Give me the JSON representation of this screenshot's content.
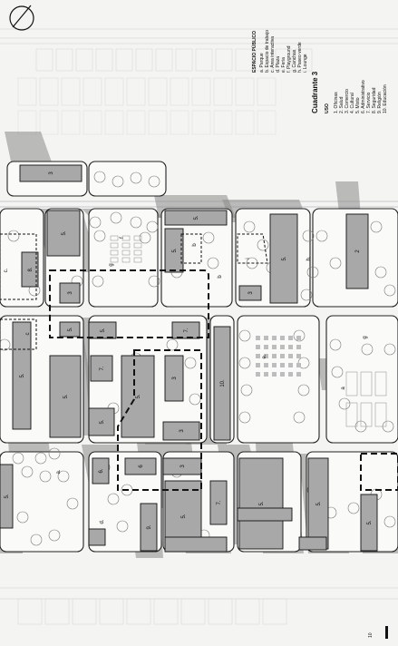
{
  "map": {
    "title": "Cuadrante 3",
    "legend_uso_heading": "USO",
    "legend_espacio_heading": "ESPACIO PÚBLICO",
    "uso_items": [
      "1. Oficinas",
      "2. Salud",
      "3. Comercio",
      "4. Cultural",
      "5. Mixto",
      "6. Administrativo",
      "7. Servicio",
      "8. Seguridad",
      "9. Religión",
      "10. Educación"
    ],
    "espacio_items": [
      "a. Parque",
      "b. Espacio de trabajo",
      "c. Área interactiva",
      "d. Plaza",
      "e. Feria",
      "f. Playground",
      "g. Canchas",
      "h. Paseo verde",
      "i. Lounge"
    ],
    "page_number": "10"
  },
  "buildings": [
    {
      "label": "3",
      "use": "Comercio"
    },
    {
      "label": "5.",
      "use": "Mixto"
    },
    {
      "label": "5.",
      "use": "Mixto"
    },
    {
      "label": "2",
      "use": "Salud"
    },
    {
      "label": "8.",
      "use": "Seguridad"
    },
    {
      "label": "3",
      "use": "Comercio"
    },
    {
      "label": "5.",
      "use": "Mixto"
    },
    {
      "label": "3",
      "use": "Comercio"
    },
    {
      "label": "5.",
      "use": "Mixto"
    },
    {
      "label": "5.",
      "use": "Mixto"
    },
    {
      "label": "5.",
      "use": "Mixto"
    },
    {
      "label": "7.",
      "use": "Servicio"
    },
    {
      "label": "5.",
      "use": "Mixto"
    },
    {
      "label": "7.",
      "use": "Servicio"
    },
    {
      "label": "5.",
      "use": "Mixto"
    },
    {
      "label": "3",
      "use": "Comercio"
    },
    {
      "label": "10.",
      "use": "Educación"
    },
    {
      "label": "5.",
      "use": "Mixto"
    },
    {
      "label": "3",
      "use": "Comercio"
    },
    {
      "label": "5.",
      "use": "Mixto"
    },
    {
      "label": "6.",
      "use": "Administrativo"
    },
    {
      "label": "6",
      "use": "Administrativo"
    },
    {
      "label": "3",
      "use": "Comercio"
    },
    {
      "label": "9.",
      "use": "Religión"
    },
    {
      "label": "7.",
      "use": "Servicio"
    },
    {
      "label": "5.",
      "use": "Mixto"
    },
    {
      "label": "5.",
      "use": "Mixto"
    },
    {
      "label": "5.",
      "use": "Mixto"
    },
    {
      "label": "5.",
      "use": "Mixto"
    },
    {
      "label": "5.",
      "use": "Mixto"
    }
  ],
  "spaces": [
    {
      "label": "b"
    },
    {
      "label": "c."
    },
    {
      "label": "h."
    },
    {
      "label": "g"
    },
    {
      "label": "f"
    },
    {
      "label": "b"
    },
    {
      "label": "i"
    },
    {
      "label": "c"
    },
    {
      "label": "e."
    },
    {
      "label": "g"
    },
    {
      "label": "a"
    },
    {
      "label": "a."
    },
    {
      "label": "d."
    }
  ]
}
